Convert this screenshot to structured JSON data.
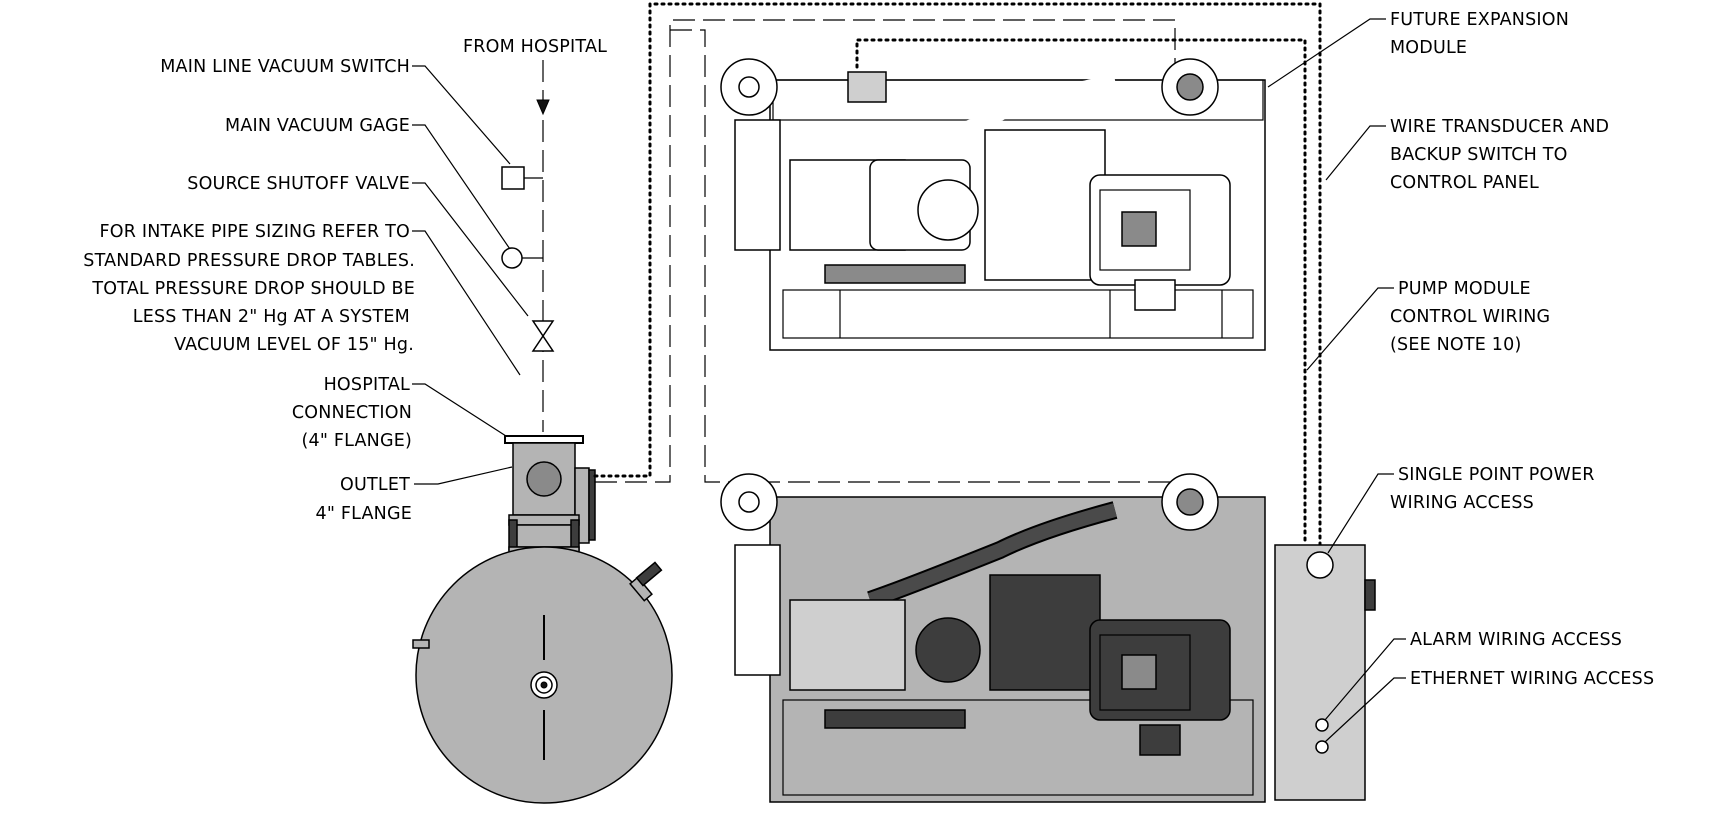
{
  "labels": {
    "from_hospital": "FROM HOSPITAL",
    "main_line_vacuum_switch": "MAIN LINE VACUUM SWITCH",
    "main_vacuum_gage": "MAIN VACUUM GAGE",
    "source_shutoff_valve": "SOURCE SHUTOFF VALVE",
    "intake_note": [
      "FOR INTAKE PIPE SIZING REFER TO",
      "STANDARD PRESSURE DROP TABLES.",
      "TOTAL PRESSURE DROP SHOULD BE",
      "LESS THAN 2\" Hg AT A SYSTEM",
      "VACUUM LEVEL OF 15\" Hg."
    ],
    "hospital_connection": [
      "HOSPITAL",
      "CONNECTION",
      "(4\" FLANGE)"
    ],
    "outlet": [
      "OUTLET",
      "4\" FLANGE"
    ],
    "future_expansion_module": [
      "FUTURE EXPANSION",
      "MODULE"
    ],
    "wire_transducer": [
      "WIRE TRANSDUCER AND",
      "BACKUP SWITCH TO",
      "CONTROL PANEL"
    ],
    "pump_module_control_wiring": [
      "PUMP MODULE",
      "CONTROL WIRING",
      "(SEE NOTE 10)"
    ],
    "single_point_power": [
      "SINGLE POINT POWER",
      "WIRING ACCESS"
    ],
    "alarm_wiring_access": "ALARM WIRING ACCESS",
    "ethernet_wiring_access": "ETHERNET WIRING ACCESS"
  },
  "colors": {
    "tank": "#b4b4b4",
    "module_light": "#cfcfcf",
    "motor_dark": "#3d3d3d",
    "line": "#000000"
  }
}
